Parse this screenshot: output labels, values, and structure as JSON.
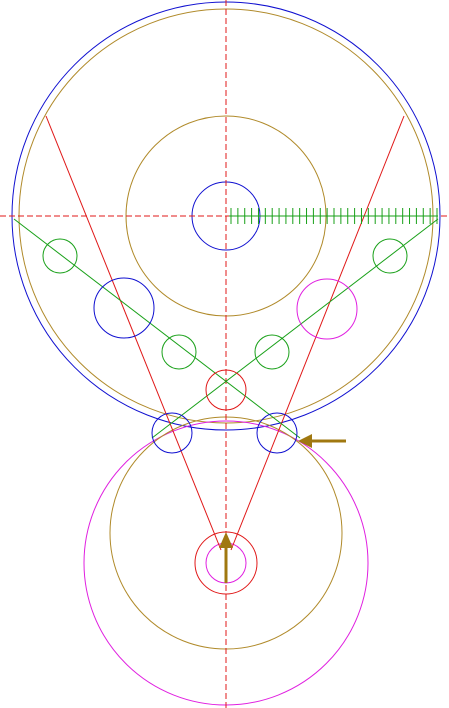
{
  "drawing": {
    "background_color": "#ffffff",
    "colors": {
      "blue": "#1010d0",
      "gold": "#b08a2a",
      "red": "#e01818",
      "green": "#18a018",
      "magenta": "#e020e0",
      "arrow": "#a07810"
    },
    "elements": [
      "large-outer-circle",
      "large-pitch-circle",
      "large-inner-circle",
      "large-center-circle",
      "small-outer-circle",
      "small-pitch-circle",
      "small-center-circle",
      "small-inner-circle",
      "vertical-centerline",
      "horizontal-centerline",
      "scale-line",
      "left-red-line",
      "right-red-line",
      "left-green-line",
      "right-green-line",
      "left-arrow",
      "up-arrow"
    ],
    "scale_tick_count": 31
  }
}
